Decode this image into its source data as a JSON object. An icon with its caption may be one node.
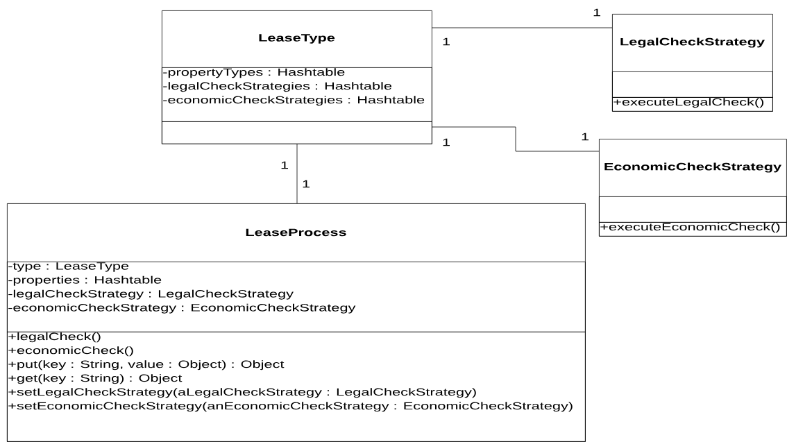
{
  "diagram": {
    "nodes": [
      {
        "text": [
          "LeaseType"
        ]
      },
      {
        "text": [
          "-propertyTypes : Hashtable",
          "-legalCheckStrategies : Hashtable",
          "-economicCheckStrategies : Hashtable"
        ],
        "in": 0
      },
      {
        "text": [],
        "shape": "box",
        "in": 0
      },
      {
        "text": [
          "LegalCheckStrategy"
        ]
      },
      {
        "text": [],
        "shape": "box",
        "in": 3
      },
      {
        "text": [
          "+executeLegalCheck()"
        ],
        "in": 3
      },
      {
        "text": [
          "EconomicCheckStrategy"
        ]
      },
      {
        "text": [],
        "shape": "box",
        "in": 6
      },
      {
        "text": [
          "+executeEconomicCheck()"
        ],
        "in": 6
      },
      {
        "text": [
          "LeaseProcess"
        ]
      },
      {
        "text": [
          "-type : LeaseType",
          "-properties : Hashtable",
          "-legalCheckStrategy : LegalCheckStrategy",
          "-economicCheckStrategy : EconomicCheckStrategy"
        ],
        "in": 9
      },
      {
        "text": [
          "+legalCheck()",
          "+economicCheck()",
          "+put(key : String, value : Object) : Object",
          "+get(key : String) : Object",
          "+setLegalCheckStrategy(aLegalCheckStrategy : LegalCheckStrategy)",
          "+setEconomicCheckStrategy(anEconomicCheckStrategy : EconomicCheckStrategy)"
        ],
        "in": 9
      }
    ],
    "edges": [
      {
        "from": 0,
        "to": 3,
        "arrow": "none"
      },
      {
        "from": 0,
        "to": 6,
        "arrow": "none"
      },
      {
        "from": 0,
        "to": 9,
        "arrow": "none"
      }
    ],
    "labels": [
      "1",
      "1",
      "1",
      "1",
      "1",
      "1"
    ]
  }
}
